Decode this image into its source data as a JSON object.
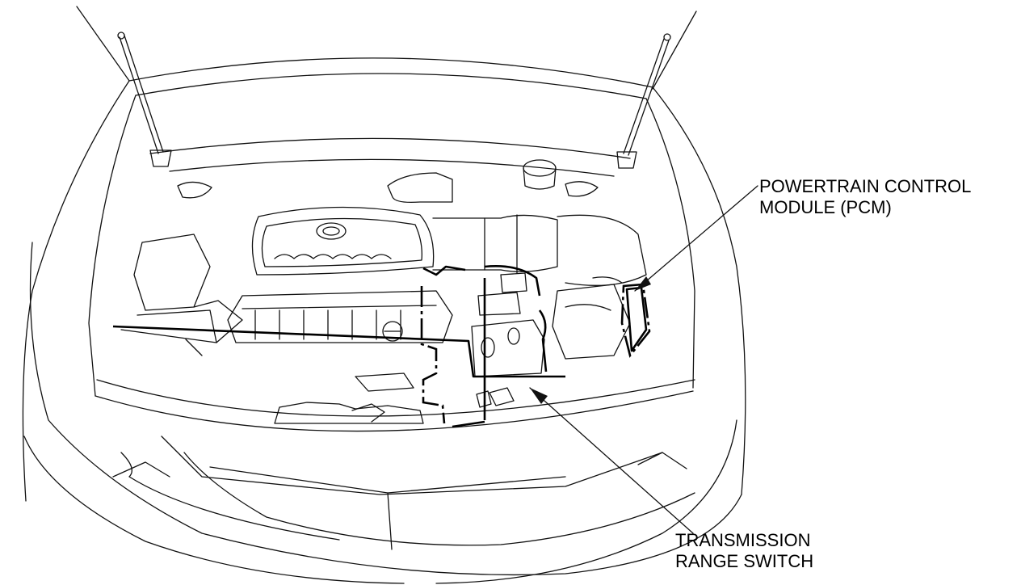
{
  "callouts": {
    "pcm": {
      "line1": "POWERTRAIN CONTROL",
      "line2": "MODULE (PCM)"
    },
    "trs": {
      "line1": "TRANSMISSION",
      "line2": "RANGE SWITCH"
    }
  },
  "colors": {
    "line": "#111111",
    "background": "#ffffff"
  }
}
